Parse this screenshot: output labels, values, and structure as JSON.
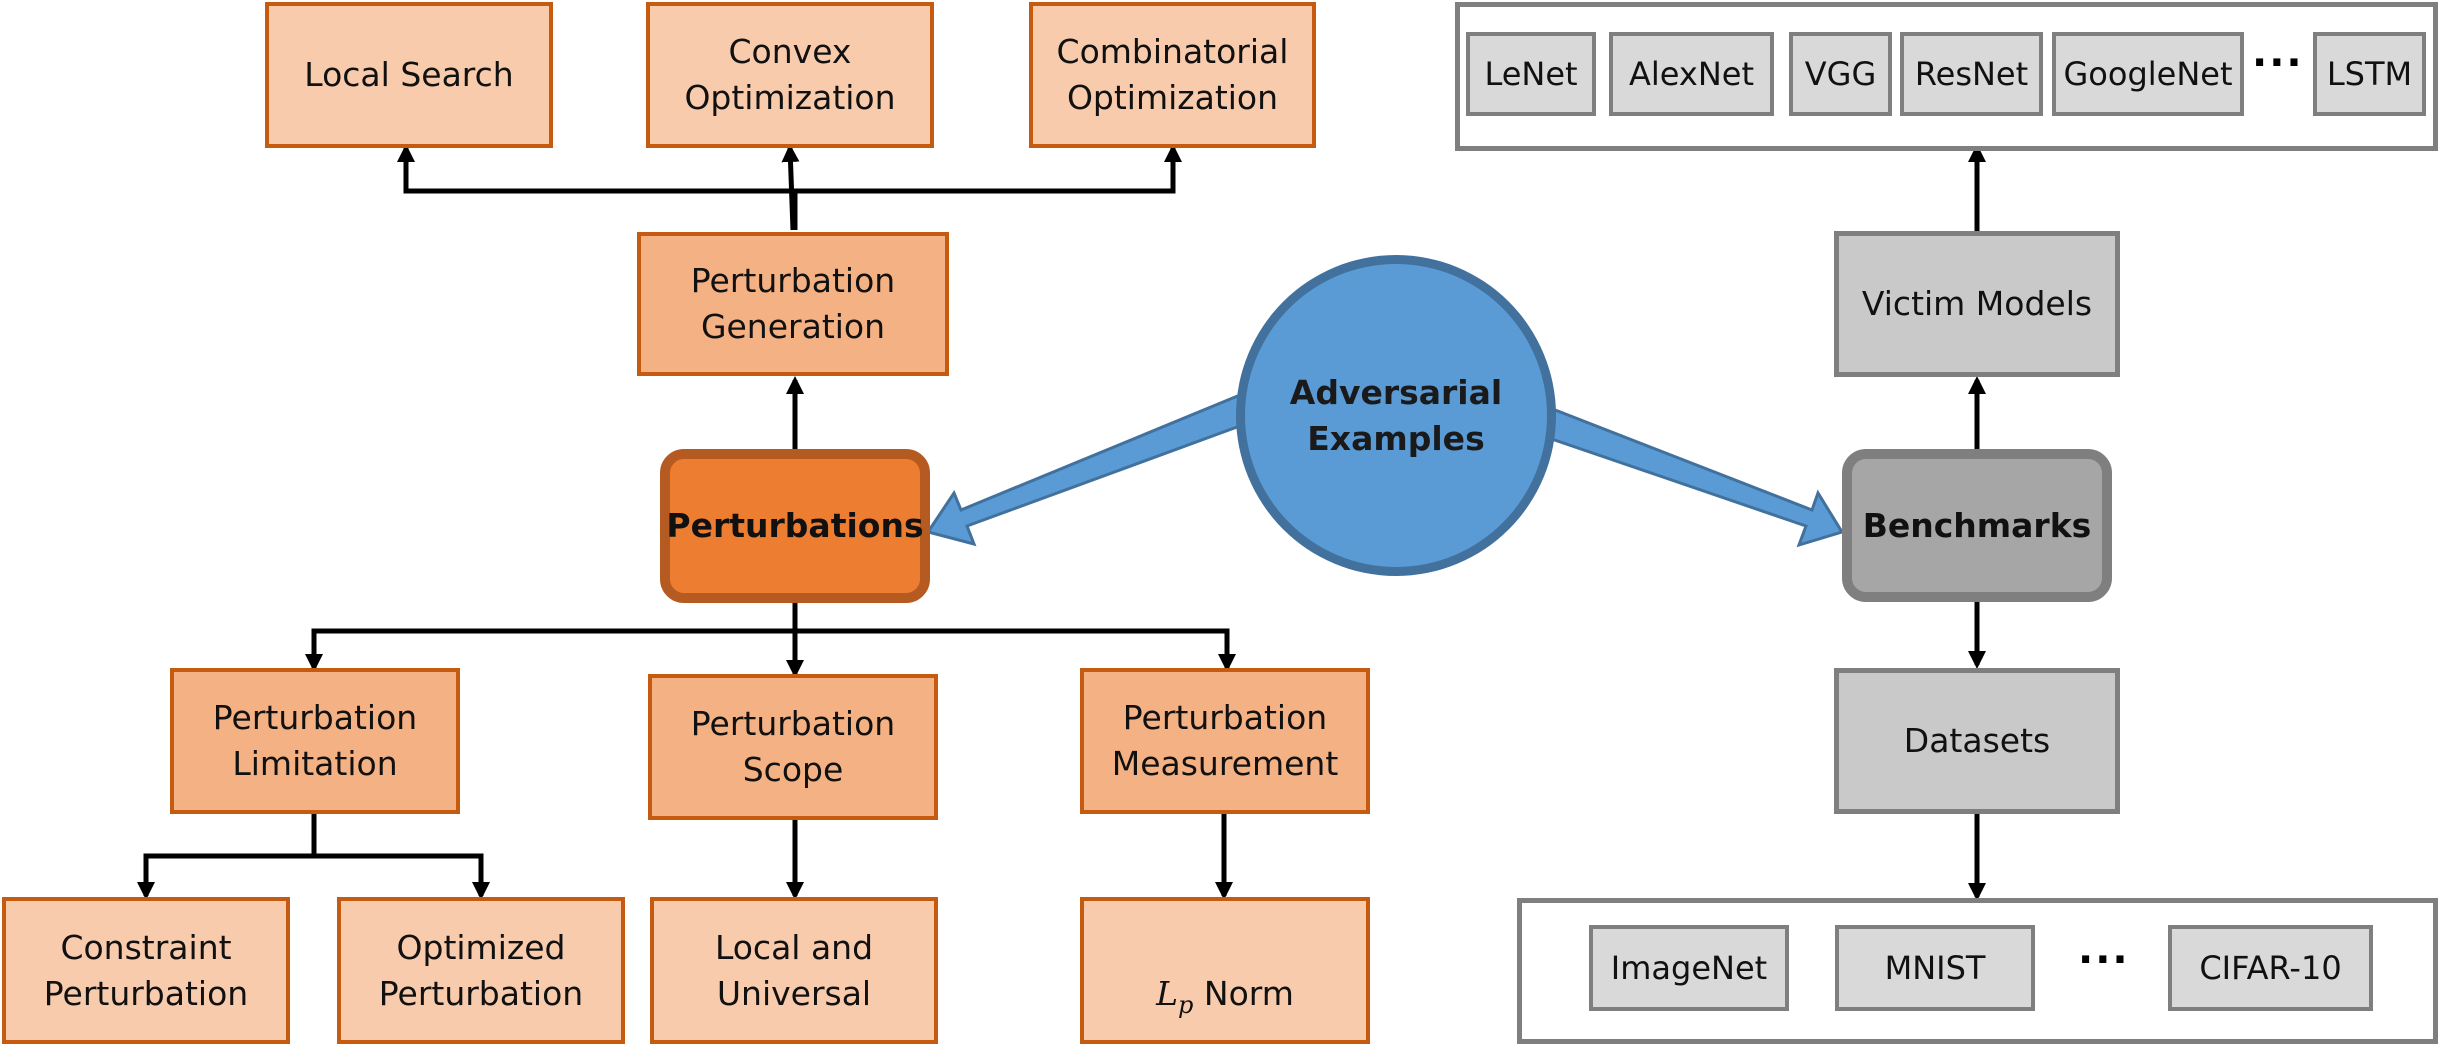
{
  "center": {
    "label": "Adversarial\nExamples"
  },
  "perturbations": {
    "hub": "Perturbations",
    "generation": {
      "label": "Perturbation\nGeneration",
      "methods": [
        "Local Search",
        "Convex\nOptimization",
        "Combinatorial\nOptimization"
      ]
    },
    "limitation": {
      "label": "Perturbation\nLimitation",
      "children": [
        "Constraint\nPerturbation",
        "Optimized\nPerturbation"
      ]
    },
    "scope": {
      "label": "Perturbation\nScope",
      "children": [
        "Local and\nUniversal"
      ]
    },
    "measurement": {
      "label": "Perturbation\nMeasurement",
      "norm": {
        "symbol": "L",
        "subscript": "p",
        "label": "Norm"
      }
    }
  },
  "benchmarks": {
    "hub": "Benchmarks",
    "victim_models": {
      "label": "Victim Models",
      "models": [
        "LeNet",
        "AlexNet",
        "VGG",
        "ResNet",
        "GoogleNet",
        "LSTM"
      ],
      "ellipsis": "···"
    },
    "datasets": {
      "label": "Datasets",
      "items": [
        "ImageNet",
        "MNIST",
        "CIFAR-10"
      ],
      "ellipsis": "···"
    }
  },
  "colors": {
    "orange_fill_light": "#f8cbad",
    "orange_fill_mid": "#f4b183",
    "orange_hub": "#ed7d31",
    "orange_border": "#c55a11",
    "blue_center": "#5b9bd5",
    "gray_fill": "#c9c9c9",
    "gray_hub": "#a6a6a6",
    "gray_border": "#7f7f7f"
  }
}
